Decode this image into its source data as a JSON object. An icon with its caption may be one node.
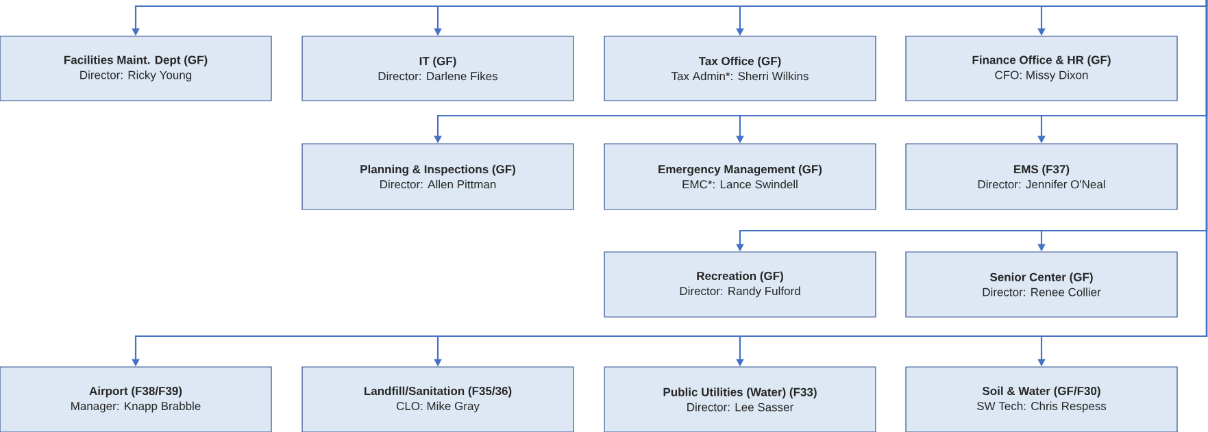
{
  "diagram": {
    "nodes": [
      {
        "text": [
          "Facilities Maint. Dept (GF)",
          "Director: Ricky Young"
        ]
      },
      {
        "text": [
          "IT (GF)",
          "Director: Darlene Fikes"
        ]
      },
      {
        "text": [
          "Tax Office (GF)",
          "Tax Admin*: Sherri Wilkins"
        ]
      },
      {
        "text": [
          "Finance Office & HR (GF)",
          "CFO: Missy Dixon"
        ]
      },
      {
        "text": [
          "Planning & Inspections (GF)",
          "Director: Allen Pittman"
        ]
      },
      {
        "text": [
          "Emergency Management (GF)",
          "EMC*: Lance Swindell"
        ]
      },
      {
        "text": [
          "EMS (F37)",
          "Director: Jennifer O'Neal"
        ]
      },
      {
        "text": [
          "Recreation  (GF)",
          "Director: Randy Fulford"
        ]
      },
      {
        "text": [
          "Senior Center (GF)",
          "Director: Renee Collier"
        ]
      },
      {
        "text": [
          "Airport (F38/F39)",
          "Manager: Knapp Brabble"
        ]
      },
      {
        "text": [
          "Landfill/Sanitation (F35/36)",
          "CLO: Mike Gray"
        ]
      },
      {
        "text": [
          "Public Utilities (Water) (F33)",
          "Director: Lee Sasser"
        ]
      },
      {
        "text": [
          "Soil & Water (GF/F30)",
          "SW Tech: Chris Respess"
        ]
      }
    ],
    "edges": [
      {
        "from": null,
        "to": 0,
        "arrow": "to"
      },
      {
        "from": null,
        "to": 1,
        "arrow": "to"
      },
      {
        "from": null,
        "to": 2,
        "arrow": "to"
      },
      {
        "from": null,
        "to": 3,
        "arrow": "to"
      },
      {
        "from": null,
        "to": 4,
        "arrow": "to"
      },
      {
        "from": null,
        "to": 5,
        "arrow": "to"
      },
      {
        "from": null,
        "to": 6,
        "arrow": "to"
      },
      {
        "from": null,
        "to": 7,
        "arrow": "to"
      },
      {
        "from": null,
        "to": 8,
        "arrow": "to"
      },
      {
        "from": null,
        "to": 9,
        "arrow": "to"
      },
      {
        "from": null,
        "to": 10,
        "arrow": "to"
      },
      {
        "from": null,
        "to": 11,
        "arrow": "to"
      },
      {
        "from": null,
        "to": 12,
        "arrow": "to"
      }
    ]
  }
}
